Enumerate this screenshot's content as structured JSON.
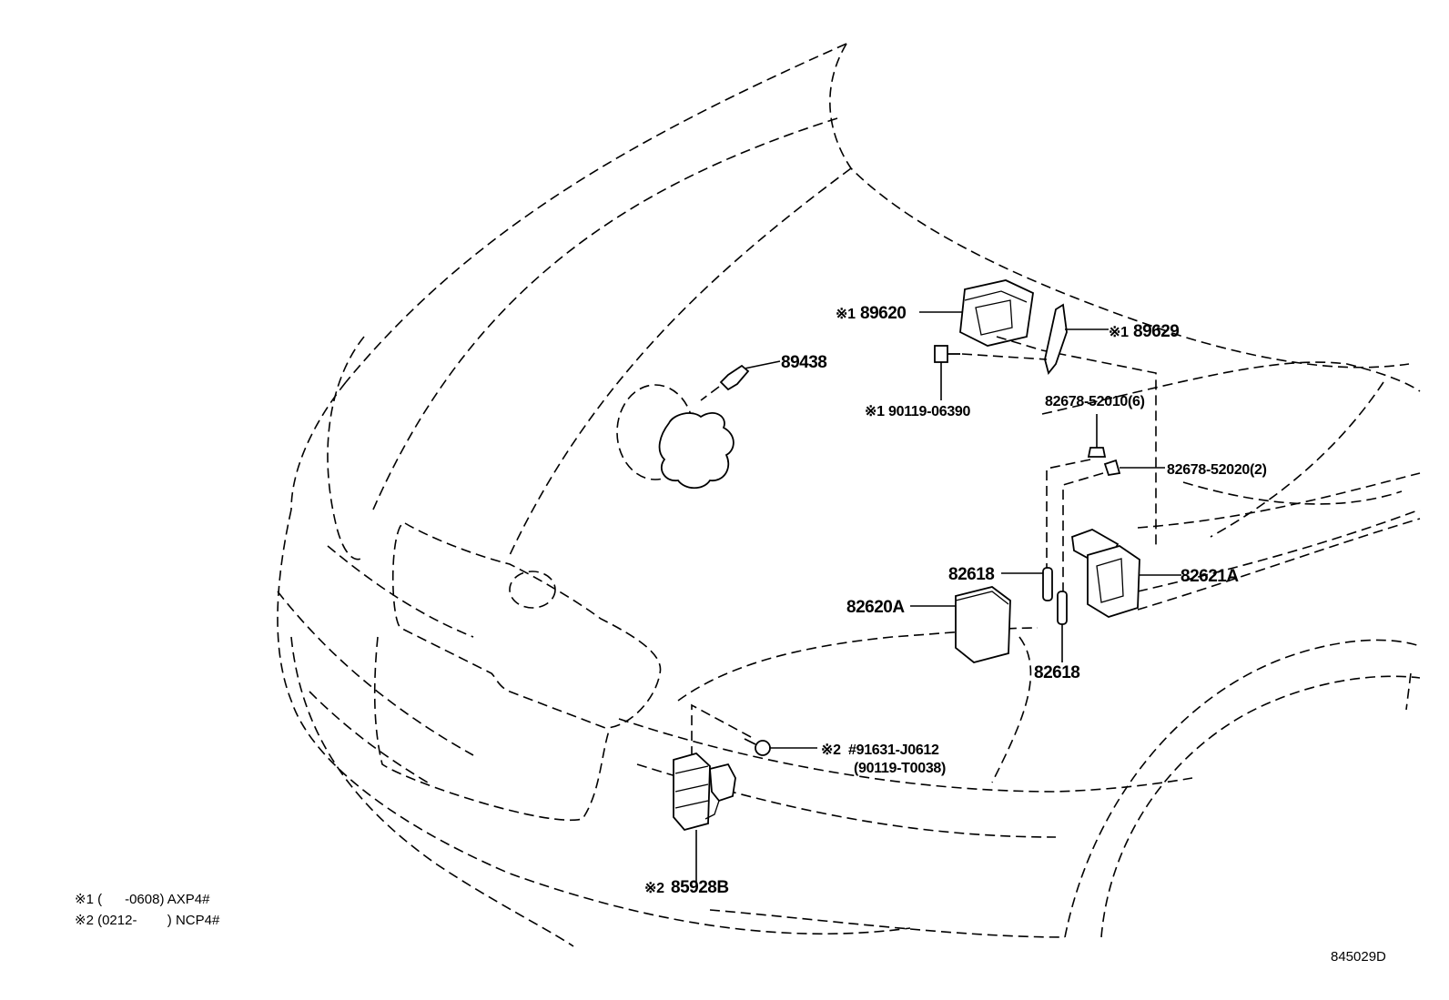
{
  "diagram": {
    "parts": {
      "p89438": "89438",
      "p89620": "89620",
      "p89620_mark": "※1",
      "p89629": "89629",
      "p89629_mark": "※1",
      "p90119_06390": "90119-06390",
      "p90119_06390_mark": "※1",
      "p82678_52010": "82678-52010(6)",
      "p82678_52020": "82678-52020(2)",
      "p82618_top": "82618",
      "p82618_bottom": "82618",
      "p82620A": "82620A",
      "p82621A": "82621A",
      "p91631": "#91631-J0612",
      "p91631_mark": "※2",
      "p90119_T0038": "(90119-T0038)",
      "p85928B": "85928B",
      "p85928B_mark": "※2"
    },
    "notes": {
      "note1": "※1 (      -0608) AXP4#",
      "note2": "※2 (0212-        ) NCP4#"
    },
    "drawing_number": "845029D"
  }
}
